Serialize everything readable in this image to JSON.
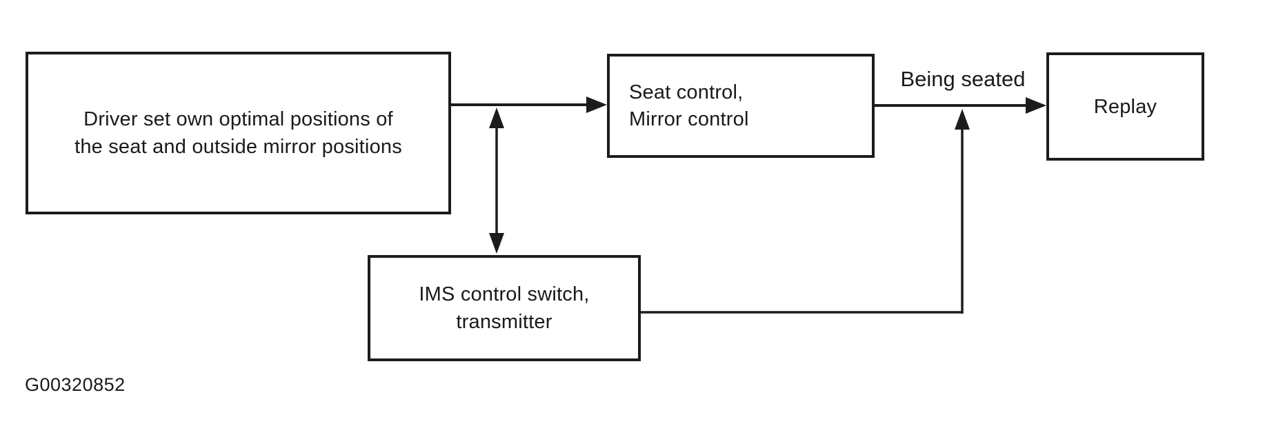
{
  "diagram": {
    "title_implicit": "IMS memory seat flow diagram",
    "figure_id": "G00320852",
    "colors": {
      "line": "#1c1c1c",
      "text": "#1a1a1a",
      "background": "#ffffff"
    },
    "nodes": [
      {
        "id": "driver",
        "lines": [
          "Driver set own optimal positions of",
          "the seat and outside mirror positions"
        ]
      },
      {
        "id": "seat-mirror-control",
        "lines": [
          "Seat control,",
          "Mirror control"
        ]
      },
      {
        "id": "replay",
        "lines": [
          "Replay"
        ]
      },
      {
        "id": "ims-switch",
        "lines": [
          "IMS control switch,",
          "transmitter"
        ]
      }
    ],
    "edges": [
      {
        "from": "driver",
        "to": "seat-mirror-control",
        "label": ""
      },
      {
        "from": "driver-seat-line",
        "to": "ims-switch",
        "label": "",
        "bidirectional": true
      },
      {
        "from": "seat-mirror-control",
        "to": "replay",
        "label": "Being seated"
      },
      {
        "from": "ims-switch",
        "to": "being-seated-line",
        "label": ""
      }
    ],
    "edge_labels": {
      "being_seated": "Being seated"
    }
  }
}
